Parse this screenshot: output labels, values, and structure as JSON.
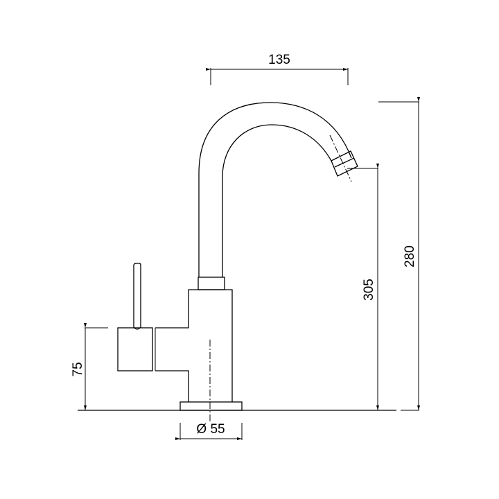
{
  "drawing": {
    "subject": "single-lever basin mixer tap side elevation",
    "units": "mm",
    "line_color": "#000000",
    "background": "#ffffff"
  },
  "dimensions": {
    "spout_reach": "135",
    "total_height": "280",
    "spout_outlet_height": "305",
    "lever_height": "75",
    "base_diameter": "Ø 55"
  }
}
